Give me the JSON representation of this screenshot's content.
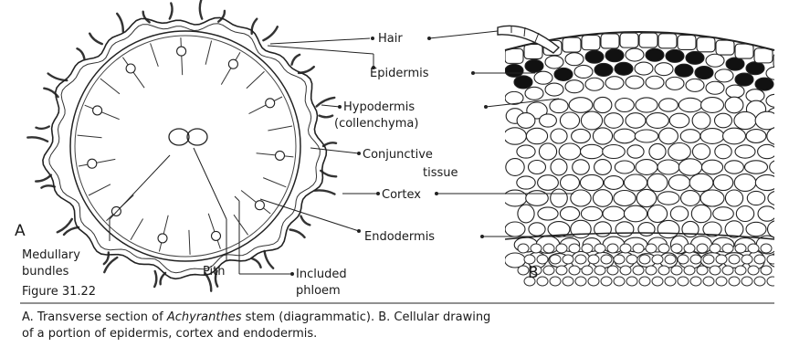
{
  "panels": {
    "a": "A",
    "b": "B"
  },
  "labels": {
    "hair": "Hair",
    "epidermis": "Epidermis",
    "hypodermis": "Hypodermis",
    "hypodermis_sub": "(collenchyma)",
    "conjunctive": "Conjunctive",
    "conjunctive_sub": "tissue",
    "cortex": "Cortex",
    "endodermis": "Endodermis",
    "medullary": "Medullary",
    "medullary_sub": "bundles",
    "pith": "Pith",
    "included": "Included",
    "included_sub": "phloem"
  },
  "figure_number": "Figure 31.22",
  "caption": {
    "line1_a": "A. Transverse section of ",
    "line1_italic": "Achyranthes",
    "line1_b": " stem (diagrammatic). B. Cellular drawing",
    "line2": "of a portion of epidermis, cortex and endodermis."
  }
}
